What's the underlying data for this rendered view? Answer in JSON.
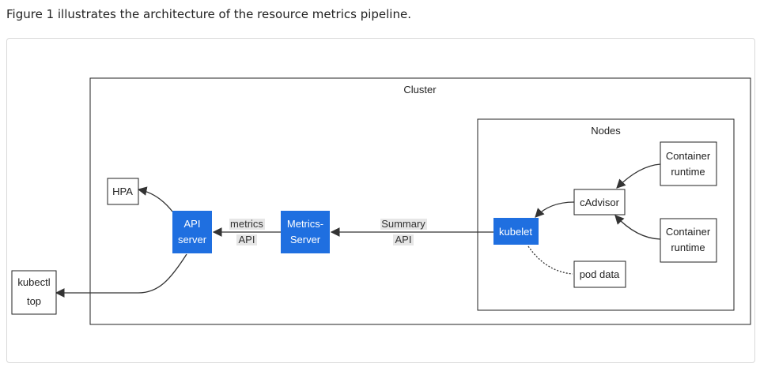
{
  "caption": "Figure 1 illustrates the architecture of the resource metrics pipeline.",
  "diagram": {
    "cluster_label": "Cluster",
    "nodes_label": "Nodes",
    "hpa": "HPA",
    "kubectl_top": [
      "kubectl",
      "top"
    ],
    "api_server": [
      "API",
      "server"
    ],
    "metrics_server": [
      "Metrics-",
      "Server"
    ],
    "kubelet": "kubelet",
    "cadvisor": "cAdvisor",
    "pod_data": "pod data",
    "container_runtime_1": [
      "Container",
      "runtime"
    ],
    "container_runtime_2": [
      "Container",
      "runtime"
    ],
    "edge_metrics_api": [
      "metrics",
      "API"
    ],
    "edge_summary_api": [
      "Summary",
      "API"
    ],
    "colors": {
      "accent": "#1f6fe0",
      "edge_label_bg": "#e6e6e6",
      "line": "#333333"
    }
  }
}
